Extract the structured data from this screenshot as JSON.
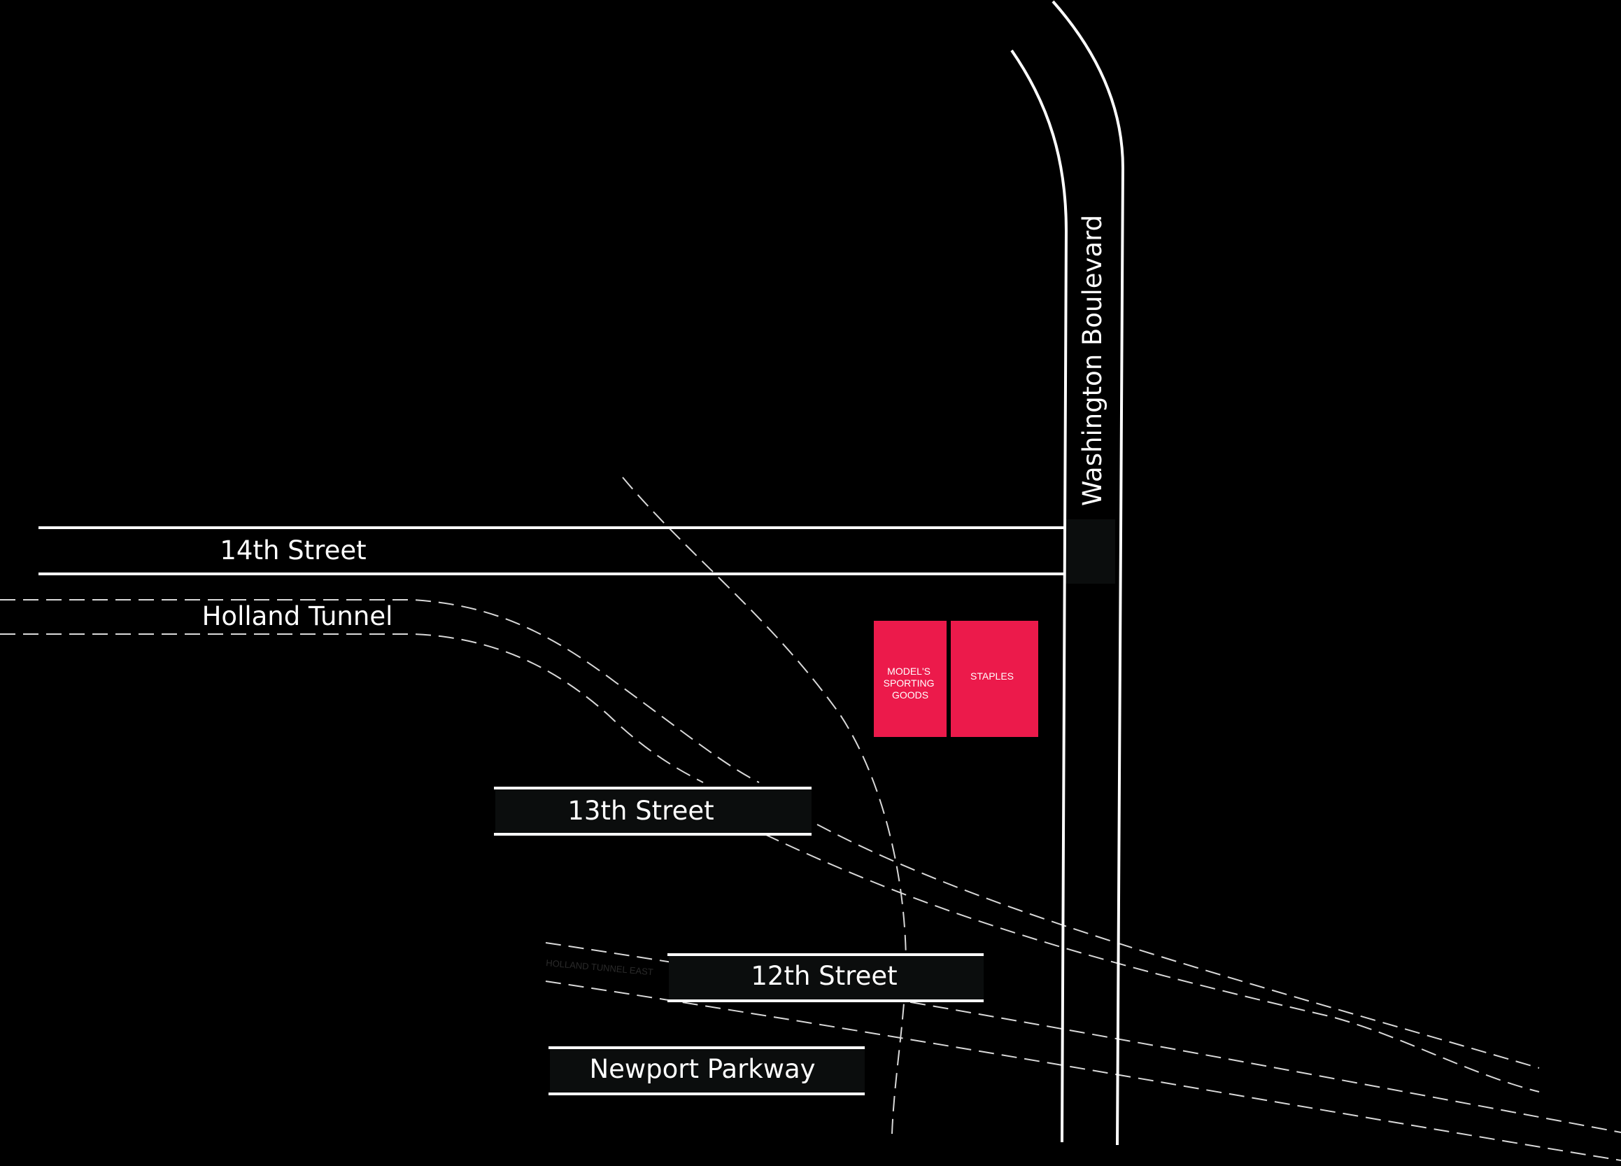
{
  "colors": {
    "background": "#000000",
    "street_lines": "#ffffff",
    "dashed_lines": "#d9d9d9",
    "store_fill": "#ec1a4b",
    "street_block_fill": "#0b0d0d"
  },
  "streets": {
    "fourteenth": "14th Street",
    "holland_tunnel": "Holland Tunnel",
    "thirteenth": "13th Street",
    "twelfth": "12th Street",
    "newport_parkway": "Newport Parkway",
    "washington_boulevard": "Washington Boulevard"
  },
  "stores": {
    "models": [
      "MODEL'S",
      "SPORTING",
      "GOODS"
    ],
    "staples": "STAPLES"
  },
  "faint_label": "HOLLAND TUNNEL EAST"
}
